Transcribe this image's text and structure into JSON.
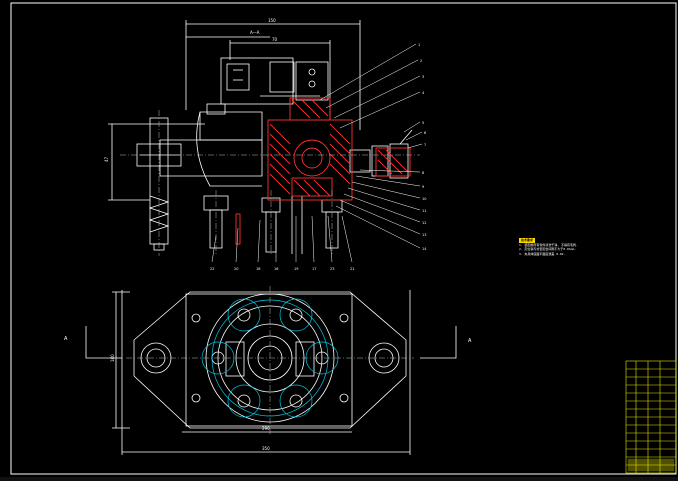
{
  "colors": {
    "background": "#000000",
    "outline": "#ffffff",
    "section": "#ff3030",
    "bolt_circle": "#00c8e6",
    "title_block": "#e6e600",
    "note_header": "#ffd800",
    "dimension": "#d8d8d8"
  },
  "section_view": {
    "label": "A—A",
    "dim_top": "150",
    "dim_sub": "70",
    "dim_side": "47",
    "bottom_callouts": [
      "22",
      "20",
      "18",
      "16",
      "19",
      "17",
      "23",
      "21"
    ],
    "right_callouts": [
      "1",
      "2",
      "3",
      "4",
      "5",
      "6",
      "7",
      "8",
      "9",
      "10",
      "11",
      "12",
      "13",
      "14"
    ]
  },
  "plan_view": {
    "section_mark_left": "A",
    "section_mark_right": "A",
    "dim_inner": "290",
    "dim_outer": "350",
    "dim_height": "180"
  },
  "notes": {
    "header": "技术要求",
    "lines": [
      "1. 装配前所有零件清洗干净, 不得有毛刺.",
      "2. 定位销与衬套配合间隙不大于0.01mm.",
      "3. 夹具体底面平面度误差 0.02."
    ]
  },
  "title_block": {
    "rows": [
      "",
      "",
      "",
      "",
      "",
      "",
      "",
      "",
      "",
      "",
      "",
      "",
      "",
      ""
    ]
  },
  "status_bar": {
    "text": ""
  }
}
